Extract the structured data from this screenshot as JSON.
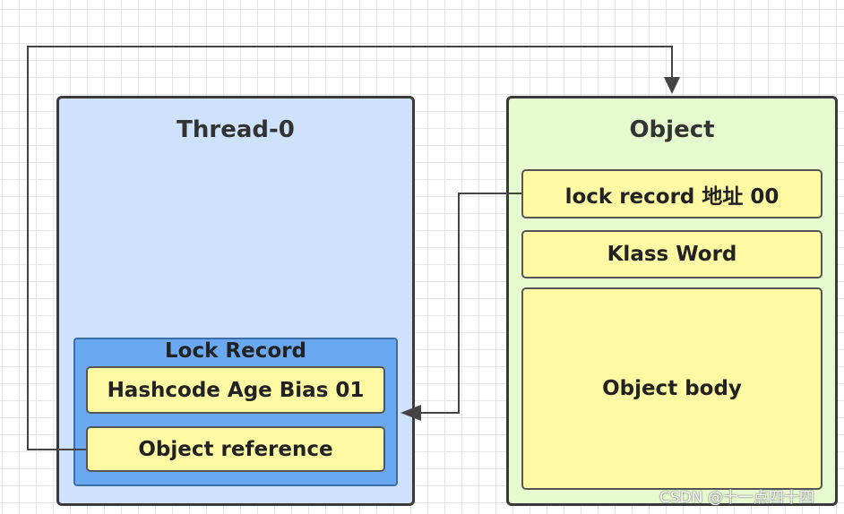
{
  "thread": {
    "title": "Thread-0",
    "lock_record": {
      "title": "Lock Record",
      "hashcode": "Hashcode Age Bias 01",
      "object_reference": "Object reference"
    }
  },
  "object": {
    "title": "Object",
    "cells": {
      "lock_record": "lock record 地址 00",
      "klass_word": "Klass Word",
      "body": "Object body"
    }
  },
  "watermark": "CSDN @十一点四十四",
  "colors": {
    "thread_bg": "#cfe2fb",
    "lock_record_bg": "#6aa9f2",
    "object_bg": "#e5facf",
    "cell_bg": "#fff9a3",
    "border": "#3a3a3a"
  }
}
